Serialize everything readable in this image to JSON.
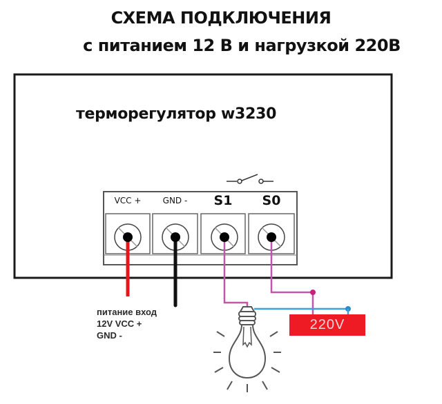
{
  "title": {
    "line1": "СХЕМА ПОДКЛЮЧЕНИЯ",
    "line2": "с питанием 12 В и нагрузкой 220В"
  },
  "device": {
    "label": "терморегулятор w3230"
  },
  "terminals": [
    {
      "label": "VCC +",
      "wire_color": "#e8141c"
    },
    {
      "label": "GND -",
      "wire_color": "#111111"
    },
    {
      "label": "S1",
      "wire_color": "#c056a8"
    },
    {
      "label": "S0",
      "wire_color": "#c056a8"
    }
  ],
  "relay_symbol": "switch-open-icon",
  "power_note": {
    "line1": "питание вход",
    "line2": "12V VCC +",
    "line3": "GND -"
  },
  "mains": {
    "label": "220V",
    "color": "#ee1b24",
    "phase_wire_color": "#c8217e",
    "neutral_wire_color": "#3ea0d8"
  },
  "load": {
    "icon": "light-bulb-icon"
  }
}
